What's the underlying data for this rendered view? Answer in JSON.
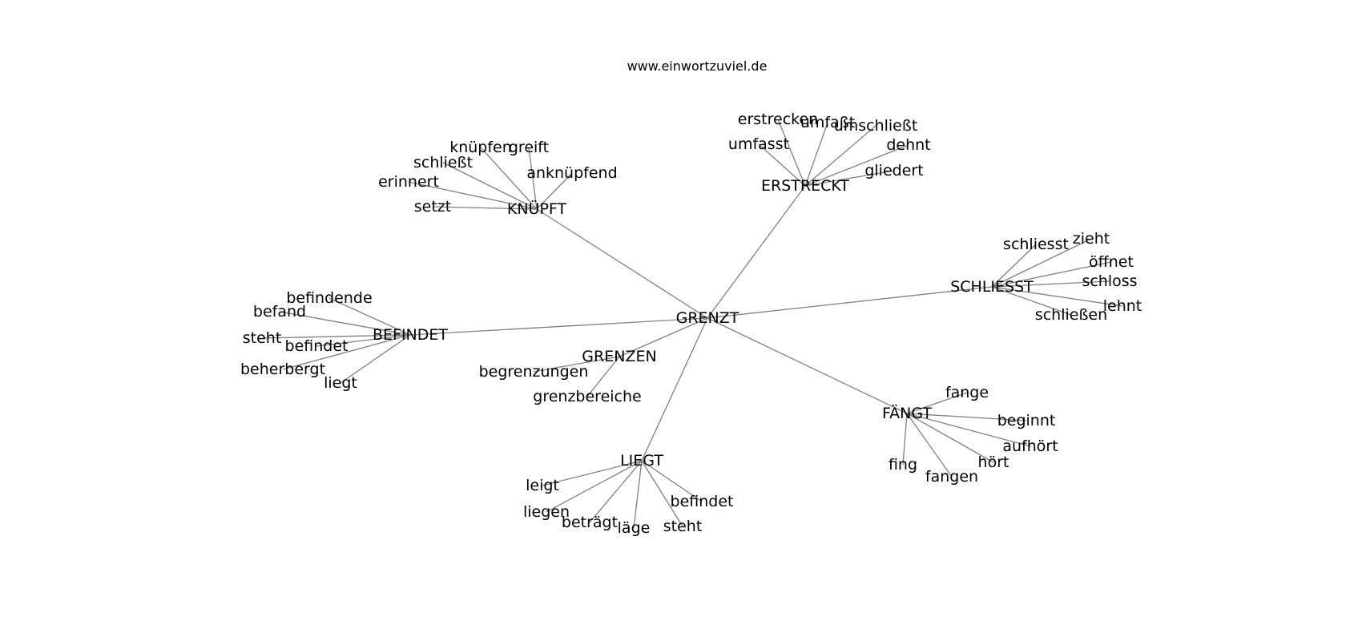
{
  "source_label": "www.einwortzuviel.de",
  "graph": {
    "center": "GRENZT",
    "hubs": [
      {
        "id": "KNUEPFT",
        "label": "KNÜPFT",
        "leaves": [
          "knüpfen",
          "greift",
          "schließt",
          "anknüpfend",
          "erinnert",
          "setzt"
        ]
      },
      {
        "id": "ERSTRECKT",
        "label": "ERSTRECKT",
        "leaves": [
          "erstrecken",
          "umfaßt",
          "umschließt",
          "umfasst",
          "dehnt",
          "gliedert"
        ]
      },
      {
        "id": "SCHLIESST",
        "label": "SCHLIESST",
        "leaves": [
          "schliesst",
          "zieht",
          "öffnet",
          "schloss",
          "lehnt",
          "schließen"
        ]
      },
      {
        "id": "BEFINDET",
        "label": "BEFINDET",
        "leaves": [
          "befindende",
          "befand",
          "steht",
          "befindet",
          "beherbergt",
          "liegt"
        ]
      },
      {
        "id": "GRENZEN",
        "label": "GRENZEN",
        "leaves": [
          "begrenzungen",
          "grenzbereiche"
        ]
      },
      {
        "id": "FAENGT",
        "label": "FÄNGT",
        "leaves": [
          "fange",
          "beginnt",
          "aufhört",
          "hört",
          "fangen",
          "fing"
        ]
      },
      {
        "id": "LIEGT",
        "label": "LIEGT",
        "leaves": [
          "leigt",
          "liegen",
          "beträgt",
          "läge",
          "steht",
          "befindet"
        ]
      }
    ]
  }
}
